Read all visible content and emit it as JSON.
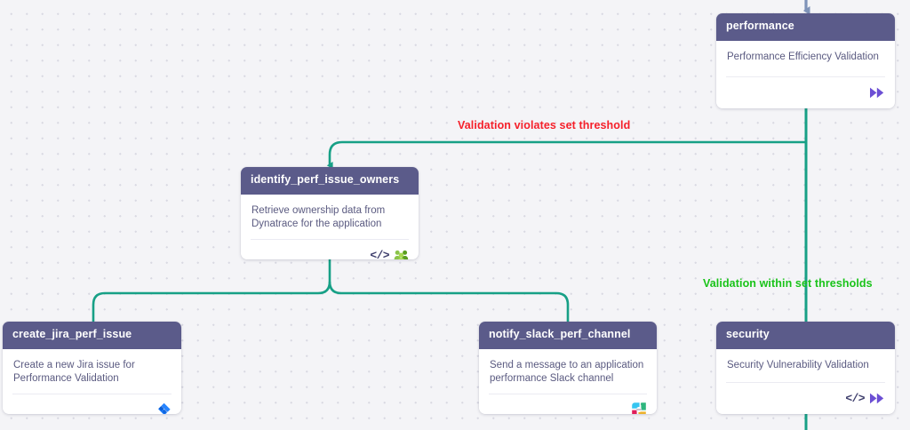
{
  "canvas": {
    "background_color": "#f4f4f7",
    "grid_dot_color": "#d9d9e2",
    "edge_color": "#17a086",
    "node_header_color": "#5b5b8a",
    "node_body_color": "#ffffff",
    "top_arrow_color": "#7f93b8"
  },
  "nodes": [
    {
      "id": "performance",
      "title": "performance",
      "description": "Performance Efficiency Validation",
      "icons": [
        "fast-forward-icon"
      ]
    },
    {
      "id": "identify_perf_issue_owners",
      "title": "identify_perf_issue_owners",
      "description": "Retrieve ownership data from Dynatrace for the application",
      "icons": [
        "code-icon",
        "people-group-icon"
      ]
    },
    {
      "id": "create_jira_perf_issue",
      "title": "create_jira_perf_issue",
      "description": "Create a new Jira issue for Performance Validation",
      "icons": [
        "jira-icon"
      ]
    },
    {
      "id": "notify_slack_perf_channel",
      "title": "notify_slack_perf_channel",
      "description": "Send a message to an application performance Slack channel",
      "icons": [
        "slack-icon"
      ]
    },
    {
      "id": "security",
      "title": "security",
      "description": "Security Vulnerability Validation",
      "icons": [
        "code-icon",
        "fast-forward-icon"
      ]
    }
  ],
  "edge_labels": [
    {
      "id": "violates",
      "text": "Validation violates set threshold",
      "color": "#f5202a"
    },
    {
      "id": "within",
      "text": "Validation within set thresholds",
      "color": "#19c319"
    }
  ]
}
